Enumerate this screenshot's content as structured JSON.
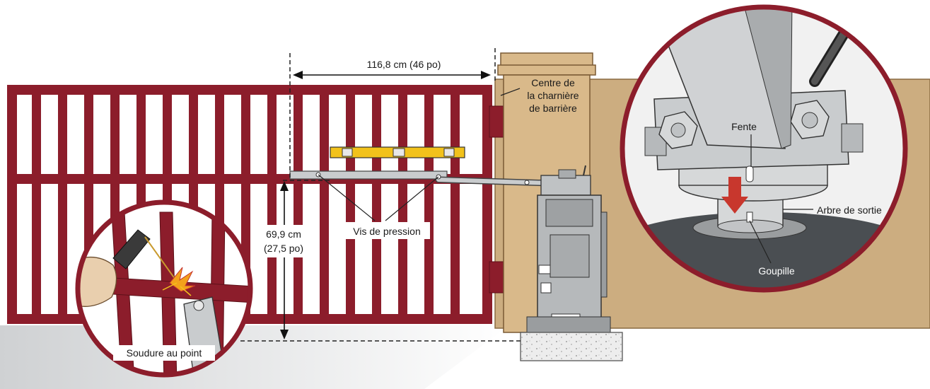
{
  "diagram": {
    "labels": {
      "width_dimension": "116,8 cm (46 po)",
      "hinge_center_line1": "Centre de",
      "hinge_center_line2": "la charnière",
      "hinge_center_line3": "de barrière",
      "height_dimension_line1": "69,9 cm",
      "height_dimension_line2": "(27,5 po)",
      "set_screws": "Vis de pression",
      "tack_weld": "Soudure au point",
      "slot": "Fente",
      "output_shaft": "Arbre de sortie",
      "pin": "Goupille"
    },
    "colors": {
      "gate": "#8c1d2b",
      "gate_dark": "#6e1420",
      "post": "#d9b98a",
      "post_stroke": "#7a5a34",
      "wall": "#ccad80",
      "level": "#f2c21b",
      "steel": "#c9ccce",
      "callout_border": "#8c1d2b",
      "arrow": "#c8372d"
    },
    "icons": {
      "level": "spirit-level-icon",
      "operator": "gate-operator-icon",
      "welder": "welding-torch-icon",
      "down_arrow": "down-arrow-icon"
    }
  }
}
